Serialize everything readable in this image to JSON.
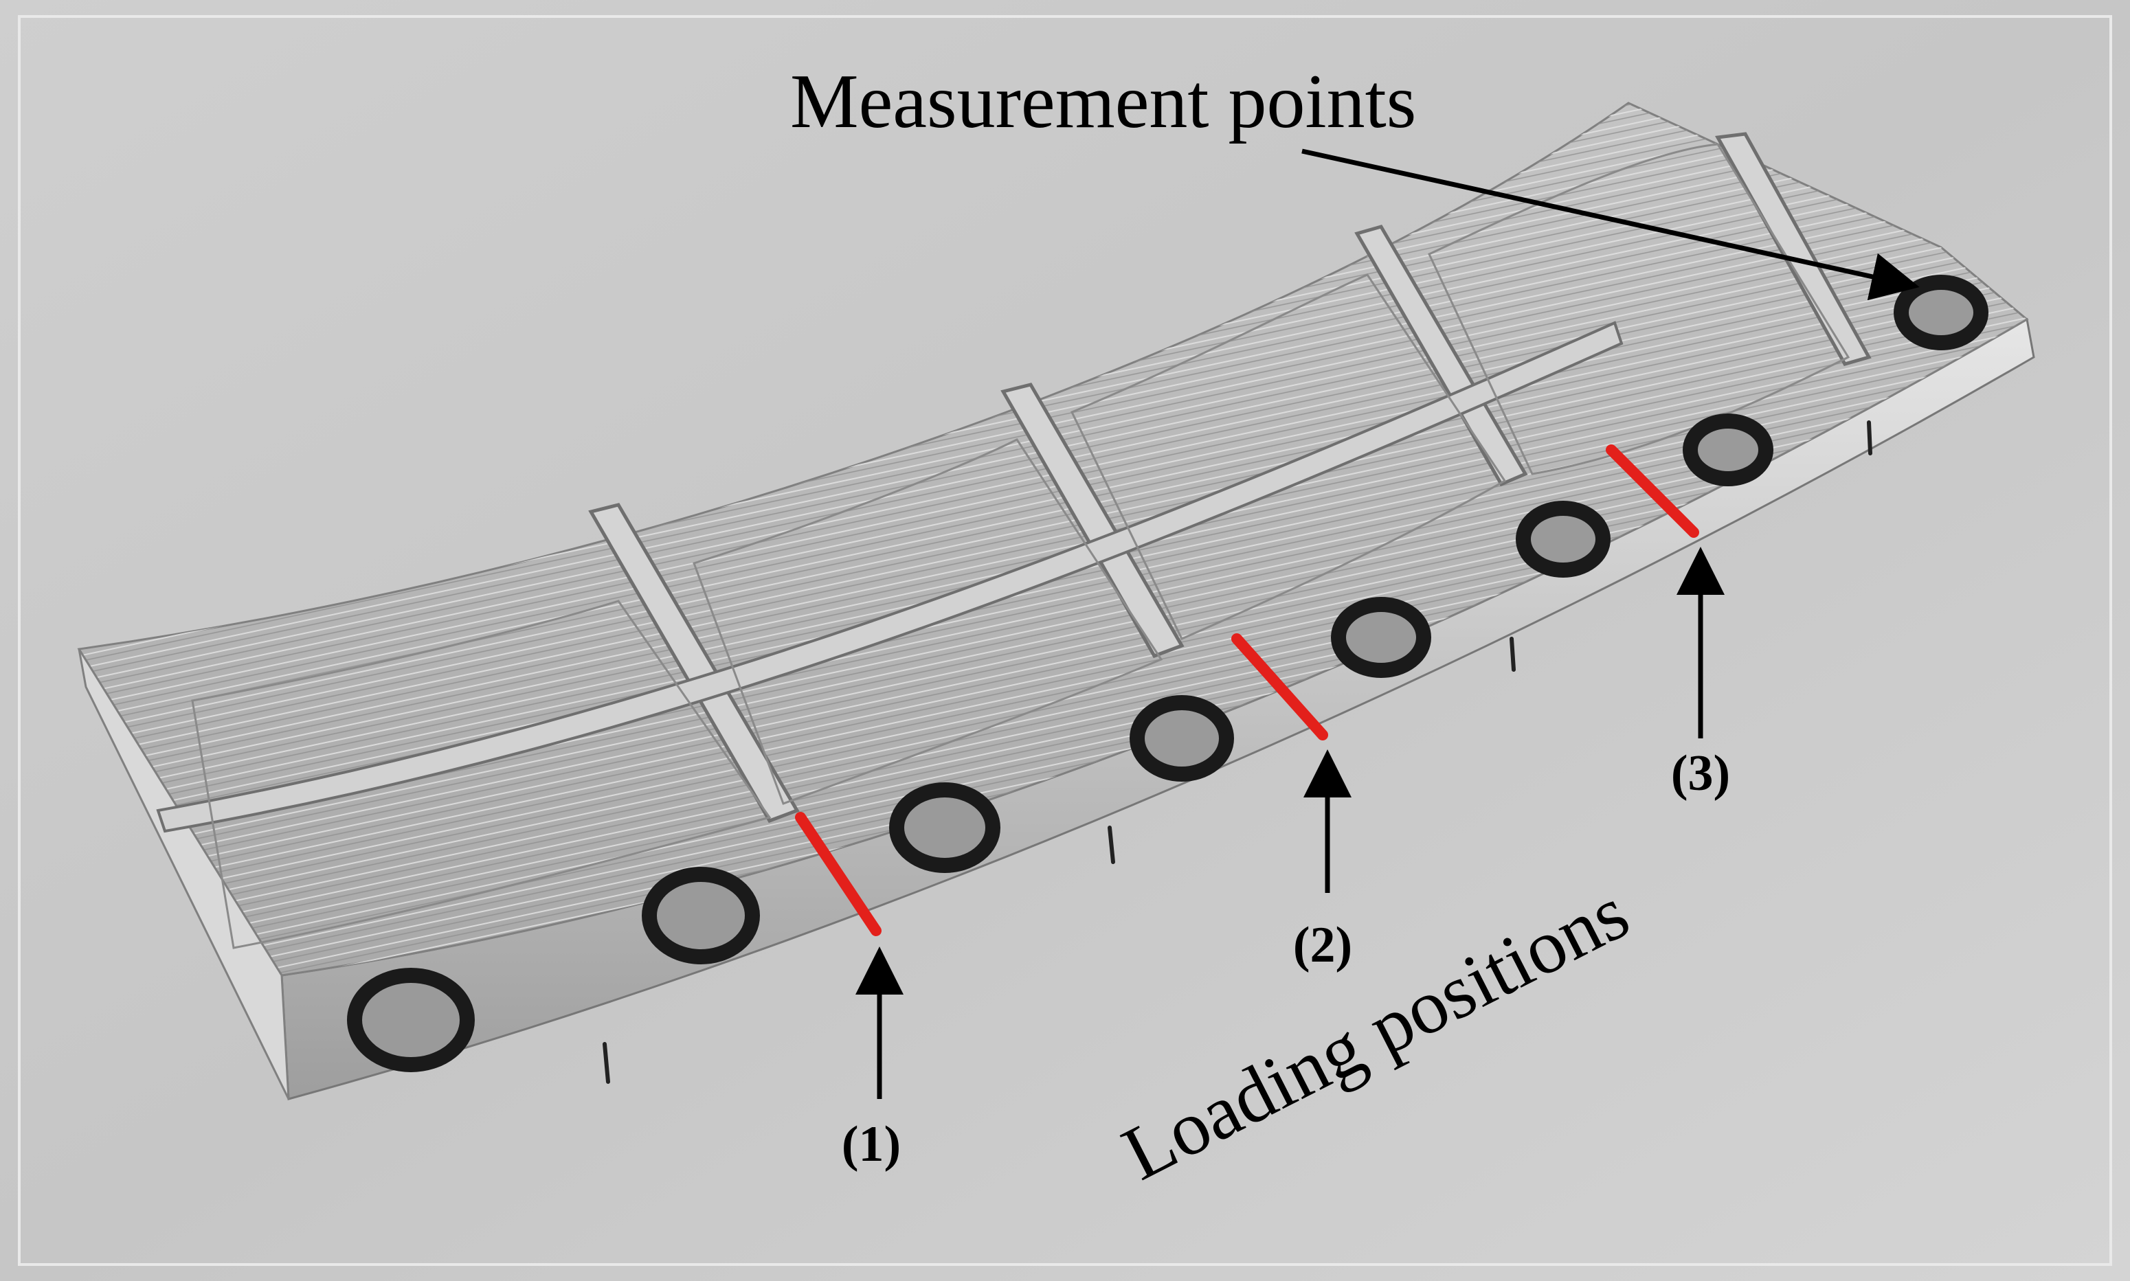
{
  "figure": {
    "callout_main": "Measurement points",
    "callout_secondary": "Loading positions",
    "loading_labels": [
      "(1)",
      "(2)",
      "(3)"
    ]
  },
  "colors": {
    "background_tone": "#c9c9c9",
    "part_metal": "#b7b7b7",
    "part_edge": "#d8d8d8",
    "marker_ring": "#1a1a1a",
    "marker_fill": "#9a9a9a",
    "loading_line": "#e3201b",
    "arrow": "#000000"
  }
}
